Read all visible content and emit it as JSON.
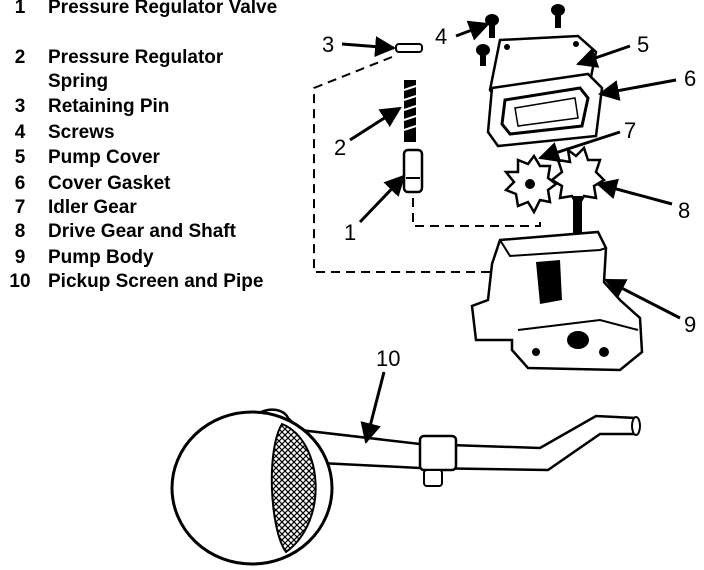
{
  "legend": [
    {
      "num": "1",
      "text": "Pressure Regulator Valve"
    },
    {
      "num": "2",
      "text": "Pressure Regulator Spring"
    },
    {
      "num": "3",
      "text": "Retaining Pin"
    },
    {
      "num": "4",
      "text": "Screws"
    },
    {
      "num": "5",
      "text": "Pump Cover"
    },
    {
      "num": "6",
      "text": "Cover Gasket"
    },
    {
      "num": "7",
      "text": "Idler Gear"
    },
    {
      "num": "8",
      "text": "Drive Gear and Shaft"
    },
    {
      "num": "9",
      "text": "Pump Body"
    },
    {
      "num": "10",
      "text": "Pickup Screen and Pipe"
    }
  ],
  "callouts": {
    "c1": "1",
    "c2": "2",
    "c3": "3",
    "c4": "4",
    "c5": "5",
    "c6": "6",
    "c7": "7",
    "c8": "8",
    "c9": "9",
    "c10": "10"
  }
}
